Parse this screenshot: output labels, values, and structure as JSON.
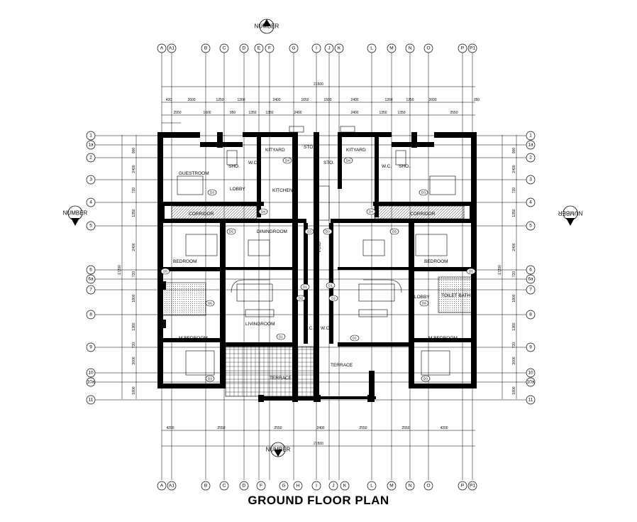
{
  "title": "GROUND FLOOR PLAN",
  "north_label": "NUMBER",
  "grid_top": [
    "A",
    "A1",
    "B",
    "C",
    "D",
    "E",
    "F",
    "G",
    "I",
    "J",
    "K",
    "L",
    "M",
    "N",
    "O",
    "P",
    "P1"
  ],
  "grid_bottom": [
    "A",
    "A1",
    "B",
    "C",
    "D",
    "F",
    "G",
    "H",
    "I",
    "J",
    "K",
    "L",
    "M",
    "N",
    "O",
    "P",
    "P1"
  ],
  "grid_rows": [
    "1",
    "1a",
    "2",
    "3",
    "4",
    "5",
    "6",
    "6a",
    "7",
    "8",
    "9",
    "10",
    "10a",
    "11"
  ],
  "dims_total_top": "21500",
  "dims_row1": [
    "420",
    "2600",
    "1250",
    "1260",
    "2400",
    "1650",
    "1500",
    "2400",
    "1260",
    "1250",
    "2600",
    "350"
  ],
  "dims_row2": [
    "2550",
    "1600",
    "950",
    "1350",
    "1350",
    "2400",
    "2400",
    "1350",
    "1350",
    "2550"
  ],
  "dims_bottom_row": [
    "4200",
    "2550",
    "2550",
    "2400",
    "2550",
    "2550",
    "4200"
  ],
  "dims_total_bottom": "21500",
  "dims_left": [
    "900",
    "2400",
    "720",
    "1350",
    "2400",
    "720",
    "1800",
    "1360",
    "720",
    "3000",
    "1800"
  ],
  "dims_left_total": "17200",
  "dims_right": [
    "900",
    "2400",
    "720",
    "1350",
    "2400",
    "720",
    "1800",
    "1360",
    "720",
    "3000",
    "1800"
  ],
  "dims_right_total": "17200",
  "rooms": [
    "GUESTROOM",
    "KITYARD",
    "STO.",
    "KITYARD",
    "STO.",
    "KITCHEN",
    "LOBBY",
    "W.C.",
    "SHO.",
    "SHO.",
    "W.C.",
    "CORRIDOR",
    "CORRIDOR",
    "DININGROOM",
    "BEDROOM",
    "BEDROOM",
    "VOID",
    "LIVINGROOM",
    "W.C.",
    "W.C.",
    "LOBBY",
    "TOILET BATH",
    "M.BEDROOM",
    "M.BEDROOM",
    "TERRACE",
    "TERRACE"
  ],
  "doors": [
    "D3",
    "D3",
    "D4",
    "D4",
    "D5",
    "D5",
    "D3",
    "D3",
    "D4",
    "D4",
    "D1",
    "D2",
    "D2",
    "D1",
    "D6",
    "D6",
    "D3",
    "D3",
    "D5",
    "D5",
    "D1",
    "D1"
  ],
  "colors": {
    "ink": "#000000",
    "hatch": "#666666",
    "paper": "#ffffff"
  }
}
